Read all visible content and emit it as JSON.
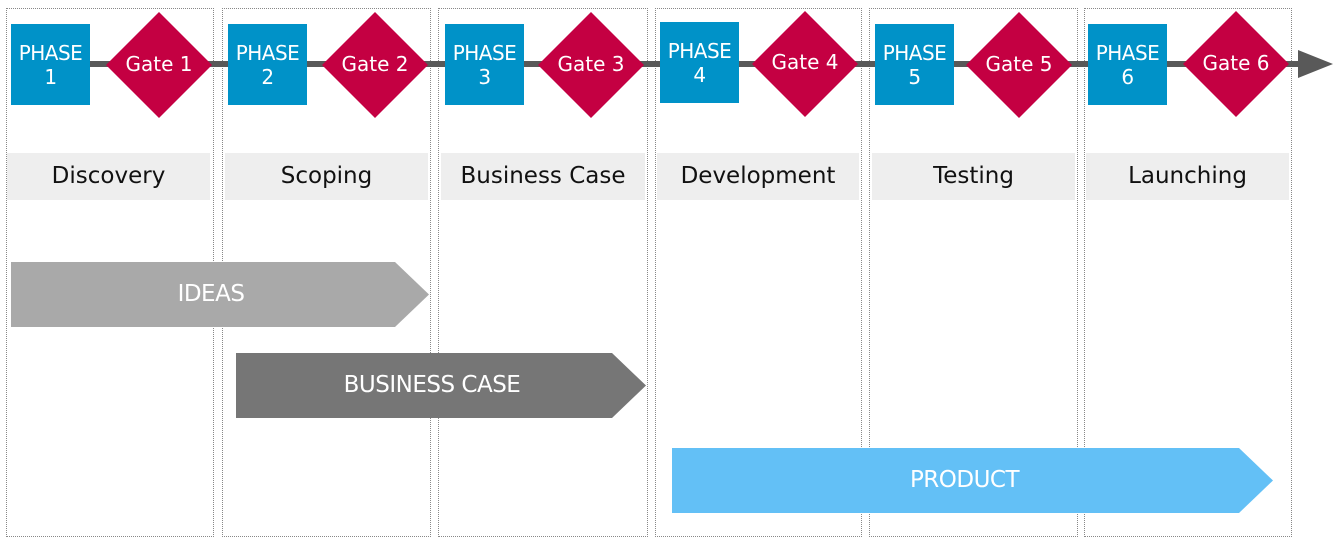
{
  "diagram": {
    "type": "stage-gate process",
    "phases": [
      {
        "line1": "PHASE",
        "line2": "1",
        "gate": "Gate 1",
        "name": "Discovery"
      },
      {
        "line1": "PHASE",
        "line2": "2",
        "gate": "Gate 2",
        "name": "Scoping"
      },
      {
        "line1": "PHASE",
        "line2": "3",
        "gate": "Gate 3",
        "name": "Business Case"
      },
      {
        "line1": "PHASE",
        "line2": "4",
        "gate": "Gate 4",
        "name": "Development"
      },
      {
        "line1": "PHASE",
        "line2": "5",
        "gate": "Gate 5",
        "name": "Testing"
      },
      {
        "line1": "PHASE",
        "line2": "6",
        "gate": "Gate 6",
        "name": "Launching"
      }
    ],
    "bars": [
      {
        "label": "IDEAS",
        "color": "#a9a9a9",
        "spans_phases": "1-2"
      },
      {
        "label": "BUSINESS CASE",
        "color": "#767676",
        "spans_phases": "2-3"
      },
      {
        "label": "PRODUCT",
        "color": "#63c0f6",
        "spans_phases": "4-6"
      }
    ],
    "colors": {
      "phase_box": "#0092c8",
      "gate_diamond": "#c40042",
      "timeline": "#595959",
      "label_band": "#eeeeee"
    }
  }
}
